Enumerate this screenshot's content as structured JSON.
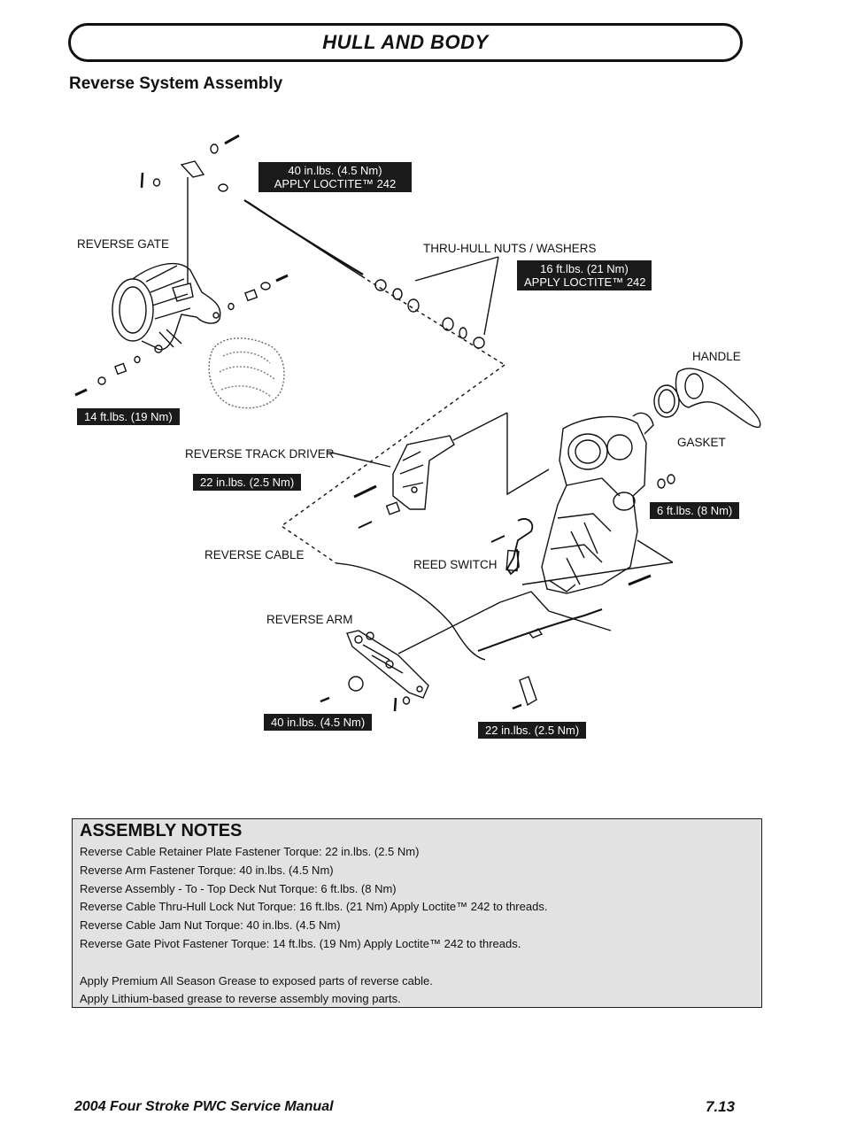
{
  "header": {
    "title": "HULL AND BODY"
  },
  "section_title": "Reverse System Assembly",
  "diagram": {
    "labels": {
      "reverse_gate": "REVERSE GATE",
      "thru_hull": "THRU-HULL NUTS / WASHERS",
      "handle": "HANDLE",
      "gasket": "GASKET",
      "reverse_track_driver": "REVERSE TRACK DRIVER",
      "reverse_cable": "REVERSE CABLE",
      "reed_switch": "REED SWITCH",
      "reverse_arm": "REVERSE ARM"
    },
    "torque_boxes": {
      "jam_nut_line1": "40 in.lbs.  (4.5 Nm)",
      "jam_nut_line2": "APPLY LOCTITE™ 242",
      "thru_hull_line1": "16 ft.lbs.  (21 Nm)",
      "thru_hull_line2": "APPLY LOCTITE™ 242",
      "gate_pivot": "14 ft.lbs.  (19 Nm)",
      "track_driver": "22 in.lbs.  (2.5 Nm)",
      "top_deck": "6 ft.lbs.  (8 Nm)",
      "reverse_arm": "40 in.lbs.  (4.5 Nm)",
      "retainer_plate": "22 in.lbs.  (2.5 Nm)"
    }
  },
  "notes": {
    "title": "ASSEMBLY NOTES",
    "lines": [
      "Reverse Cable Retainer Plate Fastener Torque:  22 in.lbs.  (2.5 Nm)",
      "Reverse Arm Fastener Torque:  40 in.lbs.  (4.5 Nm)",
      "Reverse Assembly - To - Top Deck Nut Torque:  6 ft.lbs.  (8 Nm)",
      "Reverse Cable Thru-Hull Lock Nut Torque:  16 ft.lbs.  (21 Nm)  Apply Loctite™ 242 to threads.",
      "Reverse Cable Jam Nut Torque:  40 in.lbs.  (4.5 Nm)",
      "Reverse Gate Pivot Fastener Torque:  14 ft.lbs.  (19 Nm)  Apply Loctite™ 242 to threads.",
      "Apply Premium All Season Grease to exposed parts of reverse cable.",
      "Apply Lithium-based grease to reverse assembly moving parts."
    ]
  },
  "footer": {
    "manual": "2004 Four Stroke PWC Service Manual",
    "page": "7.13"
  }
}
